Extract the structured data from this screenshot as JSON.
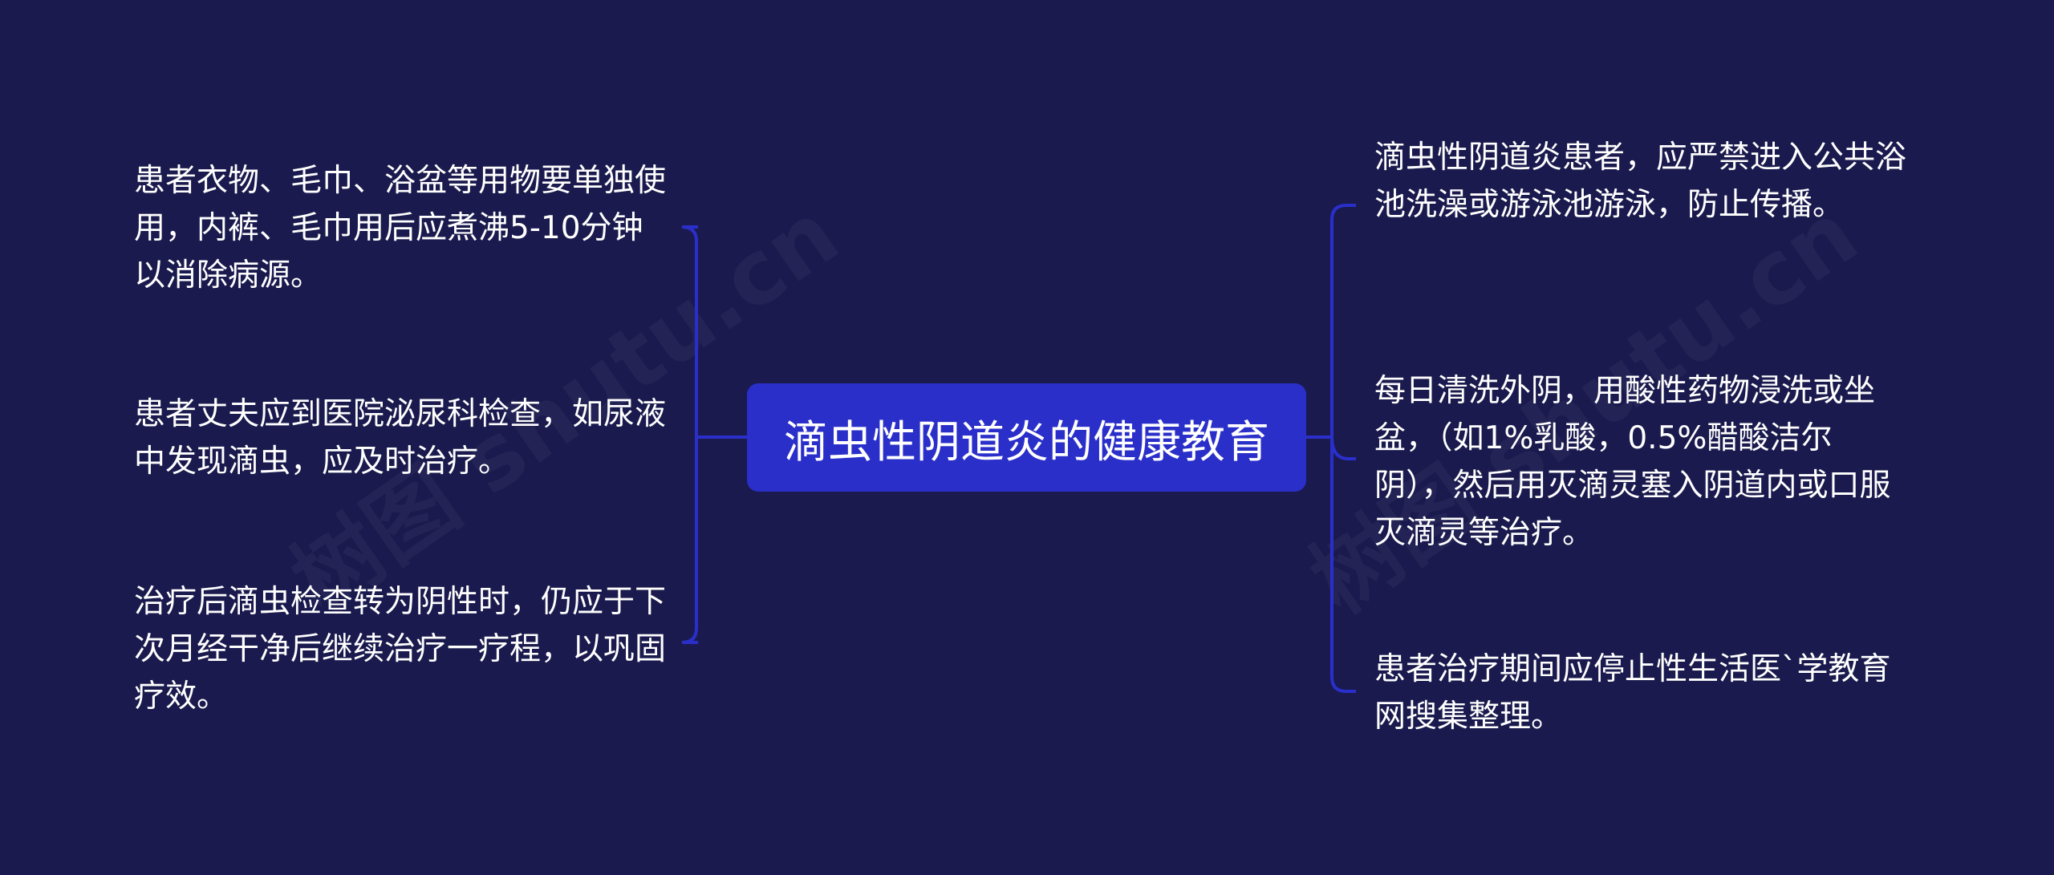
{
  "colors": {
    "background": "#1a1a4e",
    "center_fill": "#2a2fc9",
    "connector": "#2a2fc9",
    "text": "#ffffff"
  },
  "center": {
    "label": "滴虫性阴道炎的健康教育"
  },
  "left_items": [
    "患者衣物、毛巾、浴盆等用物要单独使用，内裤、毛巾用后应煮沸5-10分钟以消除病源。",
    "患者丈夫应到医院泌尿科检查，如尿液中发现滴虫，应及时治疗。",
    "治疗后滴虫检查转为阴性时，仍应于下次月经干净后继续治疗一疗程，以巩固疗效。"
  ],
  "right_items": [
    "滴虫性阴道炎患者，应严禁进入公共浴池洗澡或游泳池游泳，防止传播。",
    "每日清洗外阴，用酸性药物浸洗或坐盆，（如1%乳酸，0.5%醋酸洁尔阴），然后用灭滴灵塞入阴道内或口服灭滴灵等治疗。",
    "患者治疗期间应停止性生活医`学教育网搜集整理。"
  ],
  "watermarks": [
    "树图 shutu.cn",
    "树图 shutu.cn"
  ]
}
